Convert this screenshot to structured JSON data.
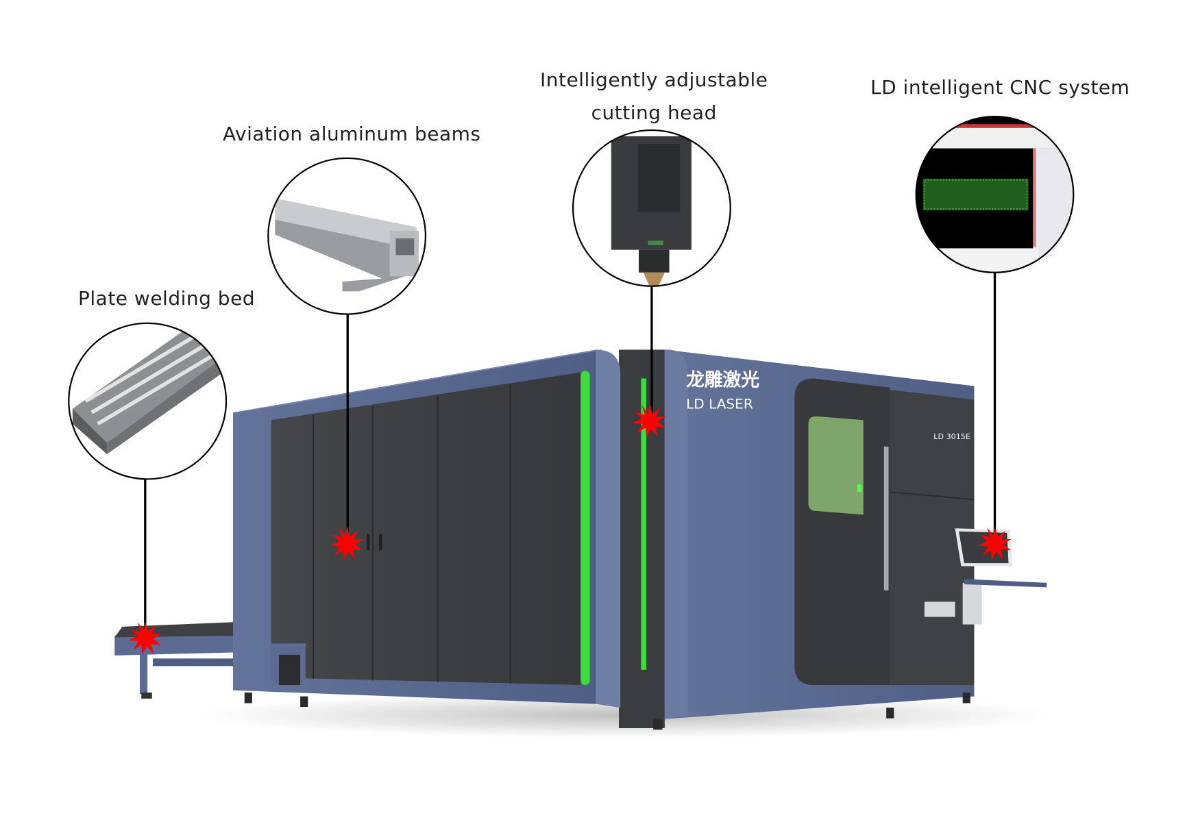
{
  "callouts": [
    {
      "id": "plate-welding-bed",
      "label": "Plate welding bed"
    },
    {
      "id": "aviation-aluminum-beams",
      "label": "Aviation aluminum beams"
    },
    {
      "id": "cutting-head",
      "label_line1": "Intelligently adjustable",
      "label_line2": "cutting head"
    },
    {
      "id": "cnc-system",
      "label": "LD intelligent CNC system"
    }
  ],
  "machine": {
    "brand_cn": "龙雕激光",
    "brand_en": "LD LASER",
    "model": "LD 3015E"
  },
  "colors": {
    "body_blue": "#5a6a90",
    "panel_dark": "#3f4144",
    "accent_green": "#3ddc3d",
    "marker_red": "#ff0000",
    "window_green": "#7ea56a"
  }
}
